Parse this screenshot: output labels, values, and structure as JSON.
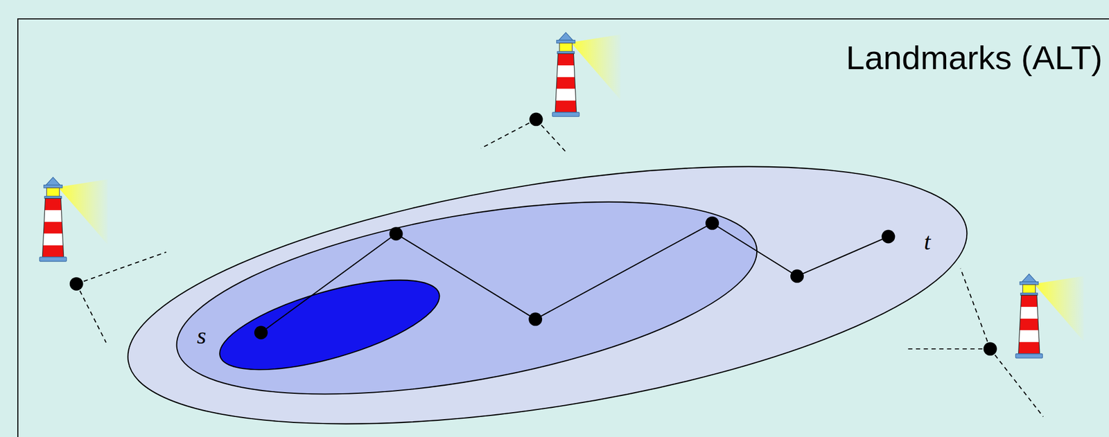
{
  "diagram": {
    "title": "Landmarks (ALT)",
    "labels": [
      "s",
      "t"
    ]
  }
}
